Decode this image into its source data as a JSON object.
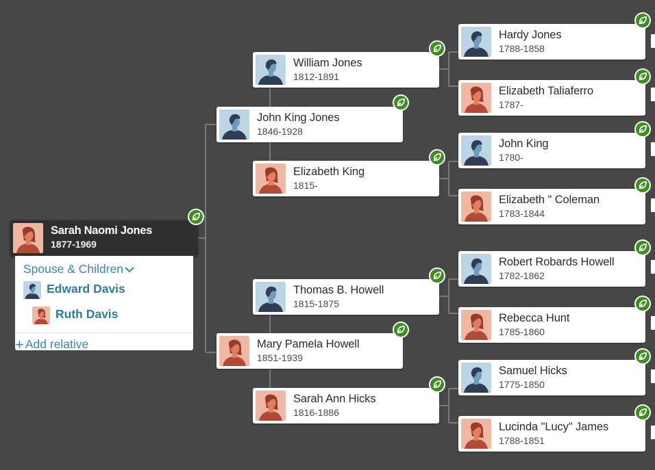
{
  "focus_person": {
    "name": "Sarah Naomi Jones",
    "dates": "1877-1969",
    "gender": "female"
  },
  "family_panel": {
    "spouse_children_label": "Spouse & Children",
    "chevron_icon": "chevron-down-icon",
    "spouse": {
      "name": "Edward Davis",
      "gender": "male"
    },
    "child": {
      "name": "Ruth Davis",
      "gender": "female"
    },
    "add_relative_label": "Add relative"
  },
  "generation_1": {
    "father": {
      "name": "John King Jones",
      "dates": "1846-1928",
      "gender": "male"
    },
    "mother": {
      "name": "Mary Pamela Howell",
      "dates": "1851-1939",
      "gender": "female"
    }
  },
  "generation_2": {
    "paternal_grandfather": {
      "name": "William Jones",
      "dates": "1812-1891",
      "gender": "male"
    },
    "paternal_grandmother": {
      "name": "Elizabeth King",
      "dates": "1815-",
      "gender": "female"
    },
    "maternal_grandfather": {
      "name": "Thomas B. Howell",
      "dates": "1815-1875",
      "gender": "male"
    },
    "maternal_grandmother": {
      "name": "Sarah Ann Hicks",
      "dates": "1816-1886",
      "gender": "female"
    }
  },
  "generation_3": [
    {
      "name": "Hardy Jones",
      "dates": "1788-1858",
      "gender": "male"
    },
    {
      "name": "Elizabeth Taliaferro",
      "dates": "1787-",
      "gender": "female"
    },
    {
      "name": "John King",
      "dates": "1780-",
      "gender": "male"
    },
    {
      "name": "Elizabeth \" Coleman",
      "dates": "1783-1844",
      "gender": "female"
    },
    {
      "name": "Robert Robards Howell",
      "dates": "1782-1862",
      "gender": "male"
    },
    {
      "name": "Rebecca Hunt",
      "dates": "1785-1860",
      "gender": "female"
    },
    {
      "name": "Samuel Hicks",
      "dates": "1775-1850",
      "gender": "male"
    },
    {
      "name": "Lucinda \"Lucy\" James",
      "dates": "1788-1851",
      "gender": "female"
    }
  ],
  "hint_icon": "leaf-hint-icon",
  "colors": {
    "background": "#474747",
    "focus_card": "#2f2f2f",
    "hint_green": "#3e8d1f",
    "link_blue": "#3d86a3",
    "male_avatar_bg": "#bcd4e3",
    "female_avatar_bg": "#f0b8a2"
  }
}
